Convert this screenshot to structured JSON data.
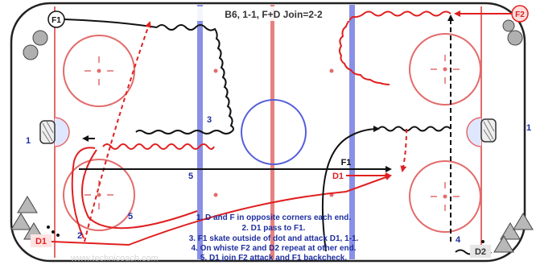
{
  "title": "B6, 1-1, F+D Join=2-2",
  "players": {
    "f1_top": "F1",
    "f2_top": "F2",
    "d1_bottom": "D1",
    "d2_bottom": "D2",
    "f1_mid": "F1",
    "d1_mid": "D1"
  },
  "step_numbers": [
    "1",
    "2",
    "3",
    "4",
    "5",
    "5",
    "1"
  ],
  "instructions": [
    "1. D and F in opposite corners each end.",
    "2. D1 pass to F1.",
    "3. F1 skate outside of dot and attack D1, 1-1.",
    "4. On whiste F2 and D2 repeat at other end.",
    "5. D1 join F2 attack and F1 backcheck."
  ],
  "watermark": "www.technicoach.com",
  "colors": {
    "ice": "#ffffff",
    "boards": "#222222",
    "red_line": "#e36b6b",
    "blue_line": "#8a90e6",
    "attack_red": "#e02020",
    "skate_black": "#111111",
    "text_blue": "#1f2f9f",
    "cone_gray": "#b0b0b0"
  }
}
